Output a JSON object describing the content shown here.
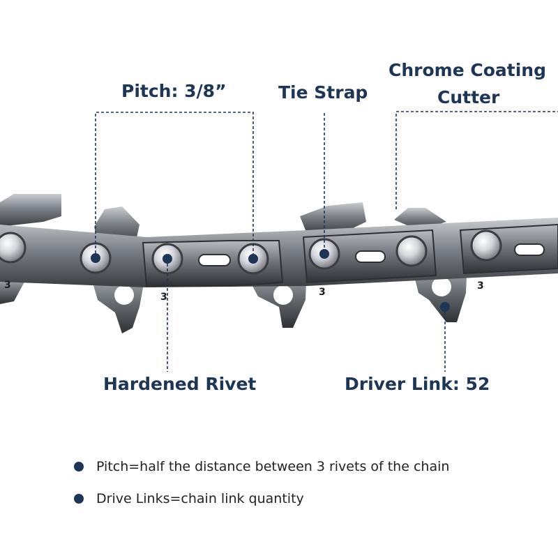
{
  "labels": {
    "pitch": "Pitch: 3/8”",
    "tie_strap": "Tie Strap",
    "chrome_line1": "Chrome Coating",
    "chrome_line2": "Cutter",
    "hardened_rivet": "Hardened Rivet",
    "driver_link": "Driver Link: 52"
  },
  "link_marking": "3",
  "notes": [
    "Pitch=half the distance between 3 rivets of the chain",
    "Drive Links=chain link quantity"
  ],
  "colors": {
    "label": "#1d3557",
    "marker": "#1d3557",
    "leader_line": "#1d3557",
    "steel_dark": "#3a3d42",
    "steel_light": "#c9cdd2"
  }
}
